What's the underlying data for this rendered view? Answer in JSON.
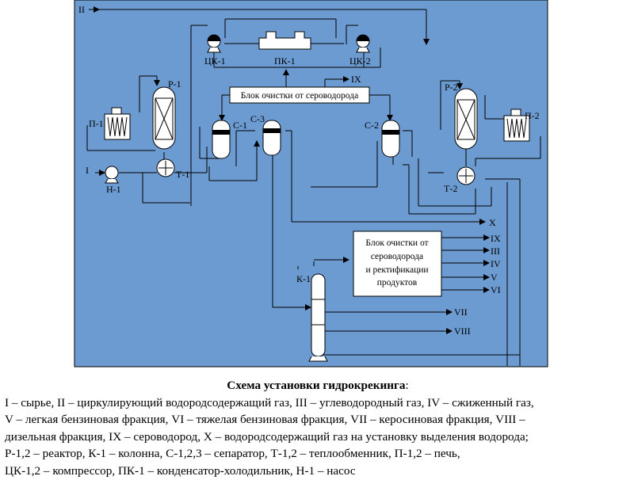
{
  "colors": {
    "background": "#6b9bd1",
    "line": "#000000",
    "vessel_fill": "#ffffff"
  },
  "diagram": {
    "stream_labels": {
      "in_I": "I",
      "in_II": "II",
      "out_IX_top": "IX",
      "out_X": "X",
      "out_IX": "IX",
      "out_III": "III",
      "out_IV": "IV",
      "out_V": "V",
      "out_VI": "VI",
      "out_VII": "VII",
      "out_VIII": "VIII"
    },
    "equipment": {
      "P1": "Р-1",
      "P2": "Р-2",
      "F1": "П-1",
      "F2": "П-2",
      "N1": "Н-1",
      "T1": "Т-1",
      "T2": "Т-2",
      "C1": "С-1",
      "C2": "С-2",
      "C3": "С-3",
      "CK1": "ЦК-1",
      "CK2": "ЦК-2",
      "PK1": "ПК-1",
      "K1": "К-1"
    },
    "block_h2s": "Блок очистки от сероводорода",
    "block_main": [
      "Блок очистки от",
      "сероводорода",
      "и ректификации",
      "продуктов"
    ]
  },
  "caption": {
    "title": "Схема установки гидрокрекинга",
    "title_suffix": ":",
    "legend": [
      "I – сырье, II – циркулирующий водородсодержащий газ, III – углеводородный газ, IV – сжиженный газ,",
      "V – легкая бензиновая фракция, VI – тяжелая бензиновая фракция, VII – керосиновая фракция, VIII –",
      "дизельная фракция, IX – сероводород, X – водородсодержащий газ на установку выделения водорода;",
      "Р-1,2 – реактор, К-1 – колонна, С-1,2,3 – сепаратор, Т-1,2 – теплообменник, П-1,2 – печь,",
      "ЦК-1,2 – компрессор, ПК-1 – конденсатор-холодильник, Н-1 – насос"
    ]
  }
}
